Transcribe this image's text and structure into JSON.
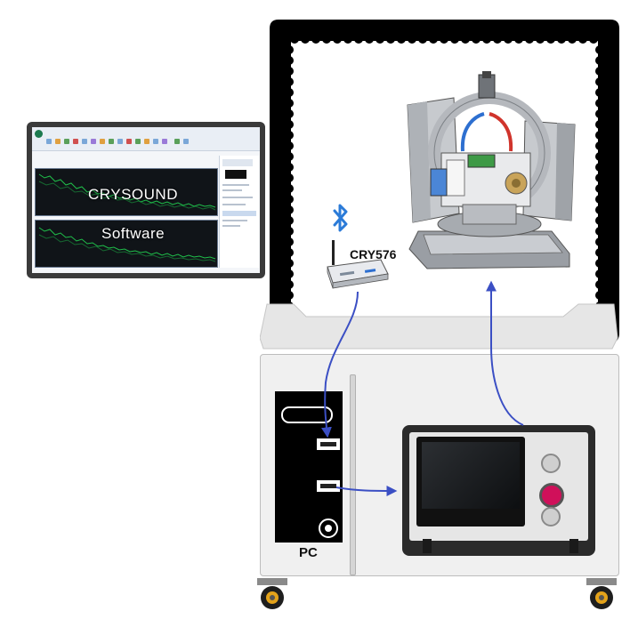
{
  "software": {
    "title_overlay": "CRYSOUND",
    "subtitle_overlay": "Software"
  },
  "device": {
    "label": "CRY576",
    "link_icon": "bluetooth-icon"
  },
  "pc": {
    "label": "PC"
  },
  "colors": {
    "arrow": "#3b4fc4",
    "frame": "#000000",
    "bluetooth": "#2b7bd8",
    "plot_trace": "#1fbf4a",
    "estop": "#d0105a"
  }
}
